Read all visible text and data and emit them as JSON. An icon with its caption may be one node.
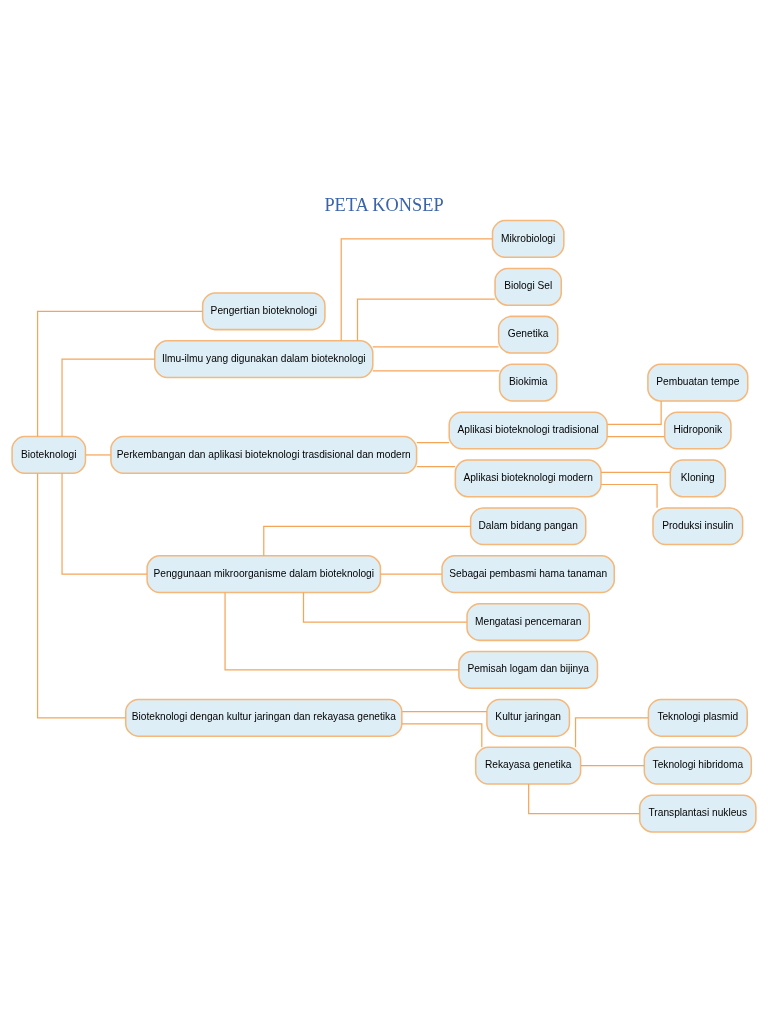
{
  "diagram": {
    "title": "PETA KONSEP",
    "nodes": [
      {
        "text": [
          "Bioteknologi"
        ]
      },
      {
        "text": [
          "Pengertian bioteknologi"
        ]
      },
      {
        "text": [
          "Ilmu-ilmu yang digunakan dalam bioteknologi"
        ]
      },
      {
        "text": [
          "Mikrobiologi"
        ]
      },
      {
        "text": [
          "Biologi Sel"
        ]
      },
      {
        "text": [
          "Genetika"
        ]
      },
      {
        "text": [
          "Biokimia"
        ]
      },
      {
        "text": [
          "Perkembangan dan aplikasi bioteknologi trasdisional dan modern"
        ]
      },
      {
        "text": [
          "Aplikasi bioteknologi tradisional"
        ]
      },
      {
        "text": [
          "Pembuatan tempe"
        ]
      },
      {
        "text": [
          "Hidroponik"
        ]
      },
      {
        "text": [
          "Aplikasi bioteknologi modern"
        ]
      },
      {
        "text": [
          "Kloning"
        ]
      },
      {
        "text": [
          "Produksi insulin"
        ]
      },
      {
        "text": [
          "Penggunaan mikroorganisme dalam bioteknologi"
        ]
      },
      {
        "text": [
          "Dalam bidang pangan"
        ]
      },
      {
        "text": [
          "Sebagai pembasmi hama tanaman"
        ]
      },
      {
        "text": [
          "Mengatasi pencemaran"
        ]
      },
      {
        "text": [
          "Pemisah logam dan bijinya"
        ]
      },
      {
        "text": [
          "Bioteknologi dengan kultur jaringan dan rekayasa genetika"
        ]
      },
      {
        "text": [
          "Kultur jaringan"
        ]
      },
      {
        "text": [
          "Rekayasa genetika"
        ]
      },
      {
        "text": [
          "Teknologi plasmid"
        ]
      },
      {
        "text": [
          "Teknologi hibridoma"
        ]
      },
      {
        "text": [
          "Transplantasi nukleus"
        ]
      }
    ],
    "edges": [
      {
        "from": 0,
        "to": 1,
        "arrow": "none"
      },
      {
        "from": 0,
        "to": 2,
        "arrow": "none"
      },
      {
        "from": 2,
        "to": 3,
        "arrow": "none"
      },
      {
        "from": 2,
        "to": 4,
        "arrow": "none"
      },
      {
        "from": 2,
        "to": 5,
        "arrow": "none"
      },
      {
        "from": 2,
        "to": 6,
        "arrow": "none"
      },
      {
        "from": 0,
        "to": 7,
        "arrow": "none"
      },
      {
        "from": 7,
        "to": 8,
        "arrow": "none"
      },
      {
        "from": 8,
        "to": 9,
        "arrow": "none"
      },
      {
        "from": 8,
        "to": 10,
        "arrow": "none"
      },
      {
        "from": 7,
        "to": 11,
        "arrow": "none"
      },
      {
        "from": 11,
        "to": 12,
        "arrow": "none"
      },
      {
        "from": 11,
        "to": 13,
        "arrow": "none"
      },
      {
        "from": 0,
        "to": 14,
        "arrow": "none"
      },
      {
        "from": 14,
        "to": 15,
        "arrow": "none"
      },
      {
        "from": 14,
        "to": 16,
        "arrow": "none"
      },
      {
        "from": 14,
        "to": 17,
        "arrow": "none"
      },
      {
        "from": 14,
        "to": 18,
        "arrow": "none"
      },
      {
        "from": 0,
        "to": 19,
        "arrow": "none"
      },
      {
        "from": 19,
        "to": 20,
        "arrow": "none"
      },
      {
        "from": 19,
        "to": 21,
        "arrow": "none"
      },
      {
        "from": 21,
        "to": 22,
        "arrow": "none"
      },
      {
        "from": 21,
        "to": 23,
        "arrow": "none"
      },
      {
        "from": 21,
        "to": 24,
        "arrow": "none"
      }
    ]
  }
}
